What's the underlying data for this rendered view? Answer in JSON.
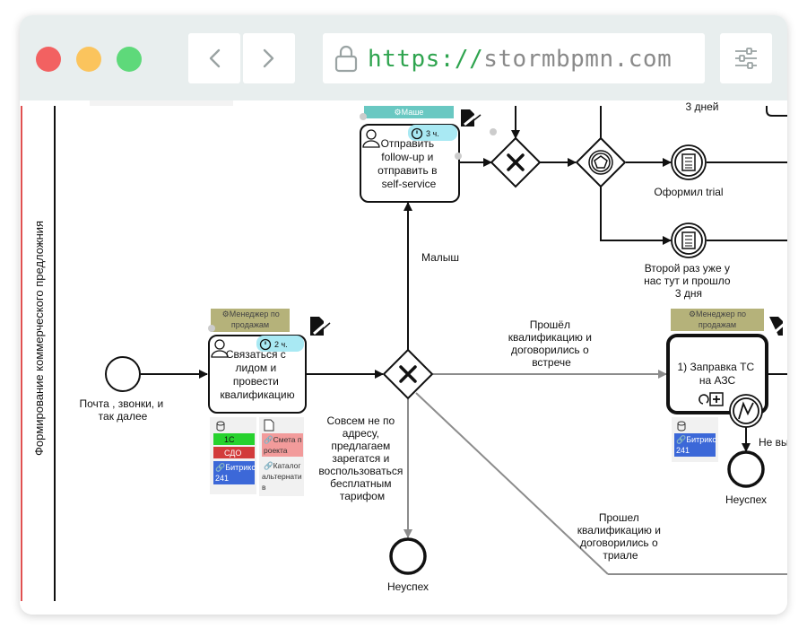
{
  "browser": {
    "url_scheme": "https://",
    "url_host": "stormbpmn.com",
    "icons": [
      "back-chevron-icon",
      "forward-chevron-icon",
      "lock-icon",
      "settings-sliders-icon"
    ]
  },
  "lane": {
    "label": "Формирование коммерческого предложния"
  },
  "tasks": {
    "contact": {
      "lines": [
        "Связаться с",
        "лидом и",
        "провести",
        "квалификацию"
      ],
      "role": "Менеджер по продажам",
      "timer": "2 ч.",
      "systems": [
        "1С",
        "СДО",
        "Битрикс 241"
      ],
      "docs": [
        "Смета проекта",
        "Каталог альтернатив"
      ]
    },
    "followup": {
      "lines": [
        "Отправить",
        "follow-up и",
        "отправить в",
        "self-service"
      ],
      "role": "Маше",
      "timer": "3 ч."
    },
    "refuel": {
      "lines": [
        "1) Заправка ТС",
        "на АЗС"
      ],
      "role": "Менеджер по продажам",
      "systems": [
        "Битрикс 241"
      ]
    }
  },
  "events": {
    "start_label": [
      "Почта , звонки, и",
      "так далее"
    ],
    "fail_label_1": "Неуспех",
    "fail_label_2": "Неуспех",
    "trial_label": "Оформил trial",
    "second_time_label": [
      "Второй раз уже у",
      "нас тут и прошло",
      "3 дня"
    ],
    "top_cut_label": "3 дней"
  },
  "flows": {
    "small": "Малыш",
    "qualified_meeting": [
      "Прошёл",
      "квалификацию и",
      "договорились о",
      "встрече"
    ],
    "wrong_address": [
      "Совсем не по",
      "адресу,",
      "предлагаем",
      "зарегатся и",
      "воспользоваться",
      "бесплатным",
      "тарифом"
    ],
    "qualified_trial": [
      "Прошел",
      "квалификацию и",
      "договорились о",
      "триале"
    ],
    "not_cut": "Не вы"
  }
}
